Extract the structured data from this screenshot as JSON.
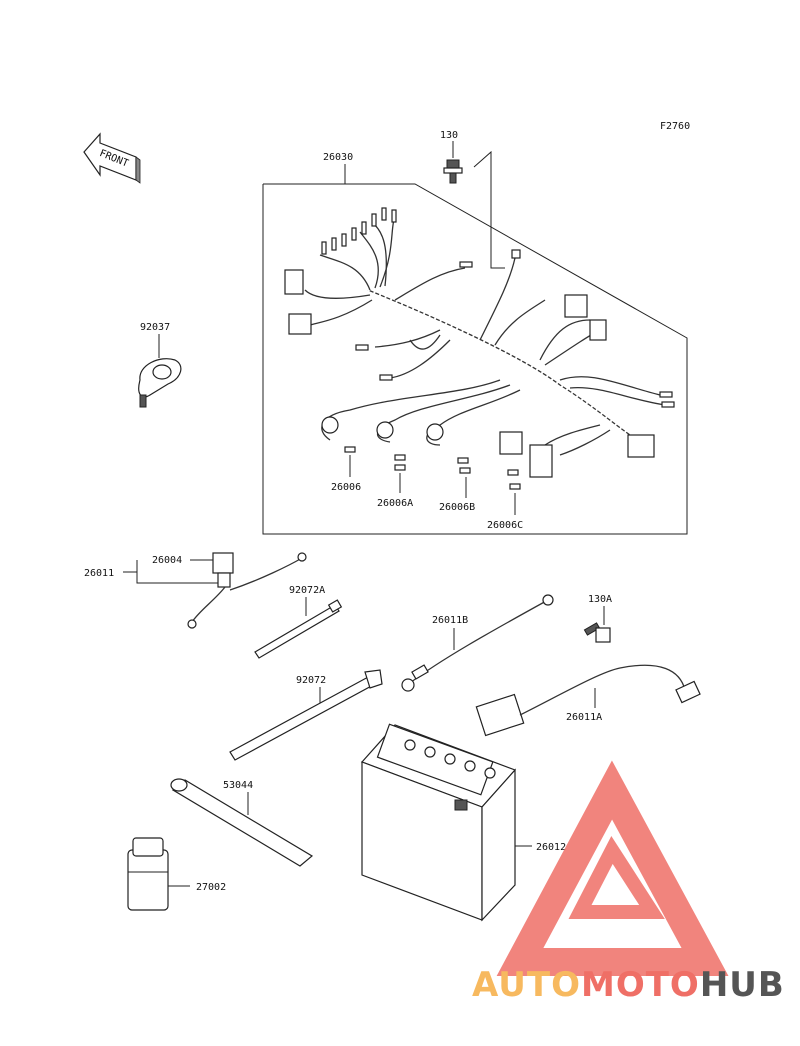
{
  "figure_id": "F2760",
  "front_label": "FRONT",
  "labels": {
    "p130": "130",
    "p26030": "26030",
    "p92037": "92037",
    "p26006": "26006",
    "p26006A": "26006A",
    "p26006B": "26006B",
    "p26006C": "26006C",
    "p26004": "26004",
    "p26011": "26011",
    "p92072A": "92072A",
    "p26011B": "26011B",
    "p130A": "130A",
    "p92072": "92072",
    "p26011A": "26011A",
    "p53044": "53044",
    "p26012": "26012",
    "p27002": "27002"
  },
  "watermark": {
    "part1": "AUTO",
    "part2": "MOTO",
    "part3": "HUB",
    "color1": "#f7b95f",
    "color2": "#ef6f66",
    "color3": "#555555"
  }
}
